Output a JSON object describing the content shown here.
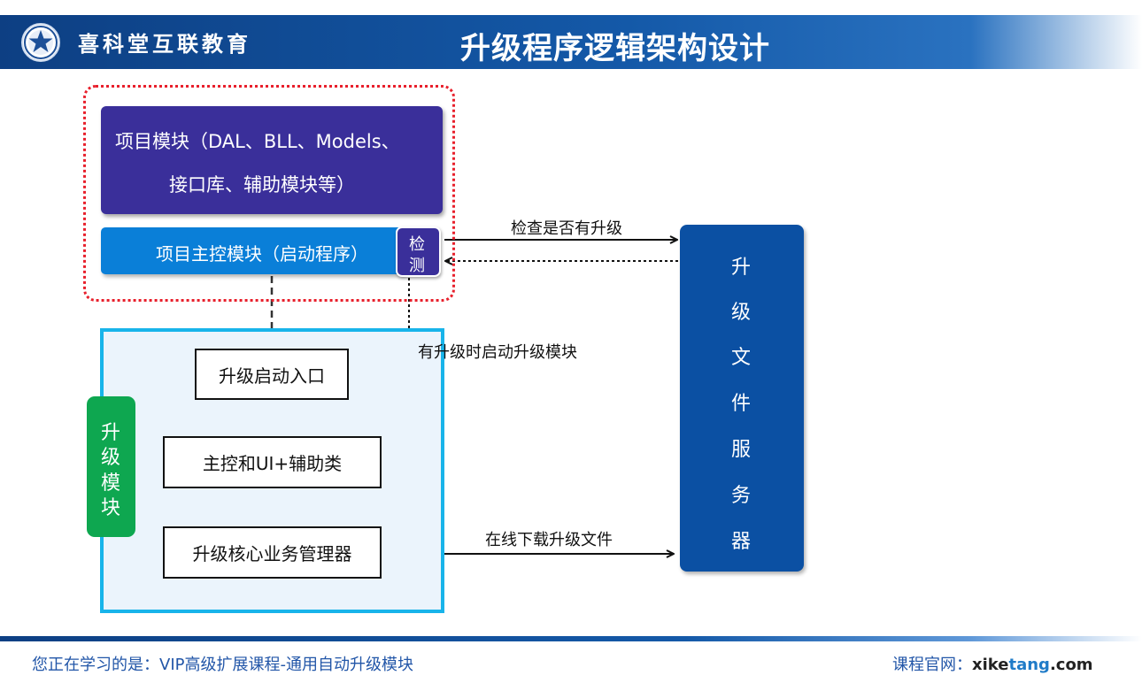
{
  "header": {
    "brand": "喜科堂互联教育",
    "title": "升级程序逻辑架构设计"
  },
  "diagram": {
    "project_module": {
      "line1": "项目模块（DAL、BLL、Models、",
      "line2": "接口库、辅助模块等）"
    },
    "main_control": "项目主控模块（启动程序）",
    "detect": [
      "检",
      "测"
    ],
    "upgrade_module_tag": [
      "升",
      "级",
      "模",
      "块"
    ],
    "entry": "升级启动入口",
    "main_ui": "主控和UI+辅助类",
    "core_manager": "升级核心业务管理器",
    "server": [
      "升",
      "级",
      "文",
      "件",
      "服",
      "务",
      "器"
    ],
    "edges": {
      "check": "检查是否有升级",
      "launch": "有升级时启动升级模块",
      "download": "在线下载升级文件"
    }
  },
  "footer": {
    "left": "您正在学习的是：VIP高级扩展课程-通用自动升级模块",
    "right_prefix": "课程官网：",
    "domain_a": "xike",
    "domain_b": "tang",
    "domain_c": ".com"
  },
  "colors": {
    "header_blue": "#0d3f83",
    "module_purple": "#3a2f9a",
    "control_blue": "#0a7fd8",
    "server_blue": "#0b50a3",
    "upgrade_green": "#0ea750",
    "container_cyan": "#18b4ea",
    "dash_red": "#e8202c"
  }
}
